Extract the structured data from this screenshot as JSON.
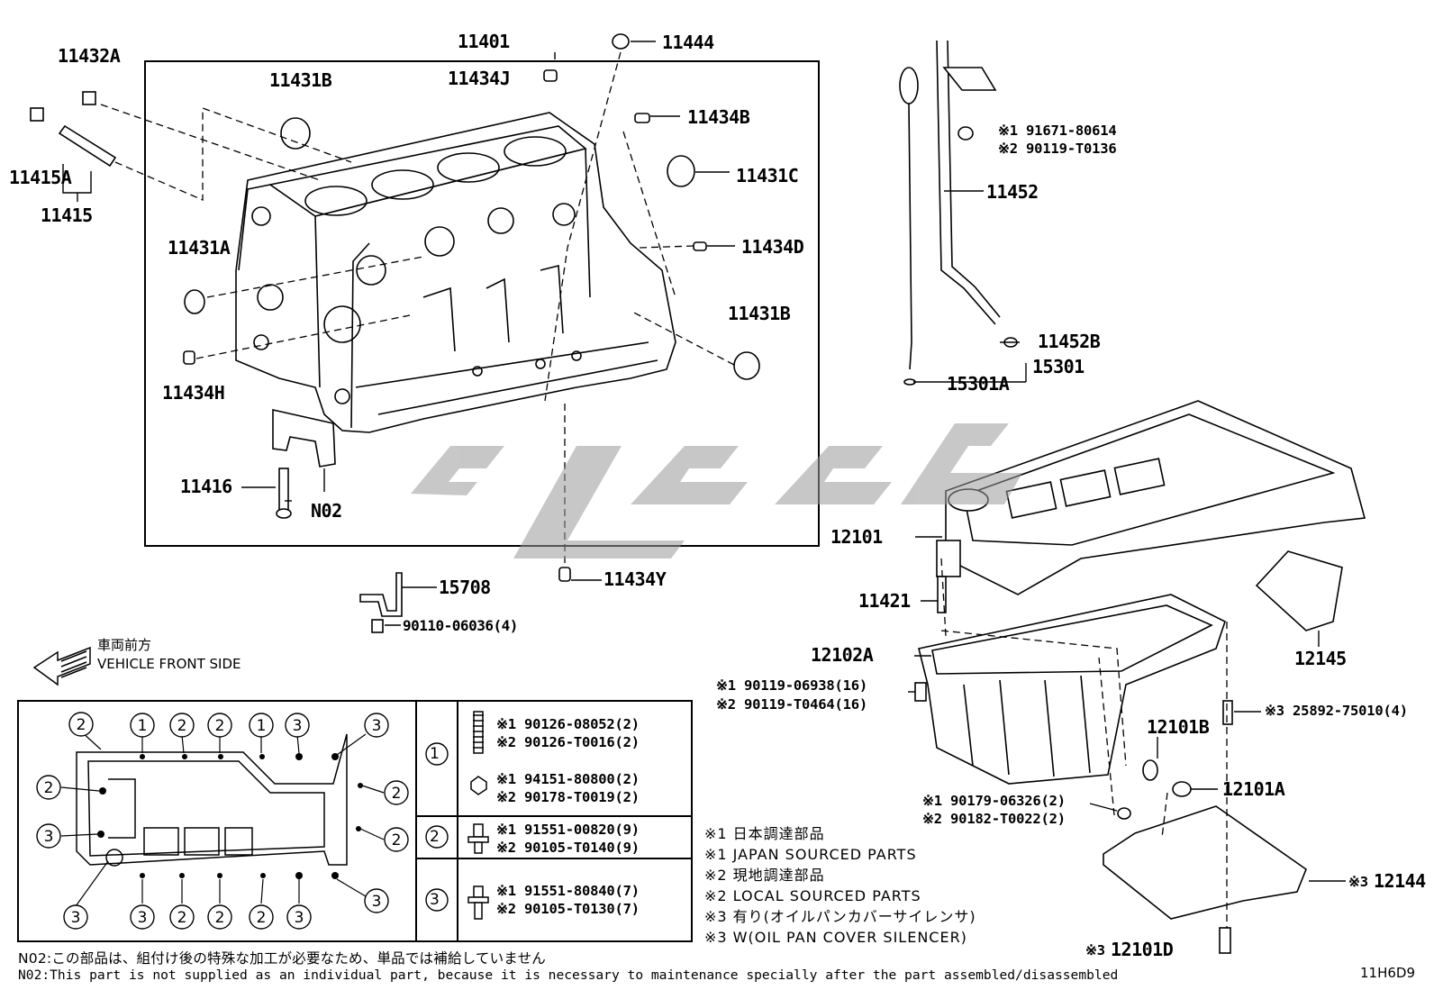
{
  "diagram_id": "11H6D9",
  "parts": {
    "p11401": "11401",
    "p11444": "11444",
    "p11434J": "11434J",
    "p11432A": "11432A",
    "p11431B_top": "11431B",
    "p11434B": "11434B",
    "p11415A": "11415A",
    "p11415": "11415",
    "p11431C": "11431C",
    "p11431A": "11431A",
    "p11434D": "11434D",
    "p11431B_right": "11431B",
    "p11434H": "11434H",
    "p11416": "11416",
    "pN02": "N02",
    "p11434Y": "11434Y",
    "p15708": "15708",
    "p90110": "90110-06036(4)",
    "p11452": "11452",
    "p11452B": "11452B",
    "p15301A": "15301A",
    "p15301": "15301",
    "p12101": "12101",
    "p11421": "11421",
    "p12102A": "12102A",
    "p12145": "12145",
    "p12101B": "12101B",
    "p12101A": "12101A",
    "p12144": "12144",
    "p12101D": "12101D"
  },
  "dipstick_bolt": {
    "l1": "※1 91671-80614",
    "l2": "※2 90119-T0136"
  },
  "pan_bolt": {
    "l1": "※1 90119-06938(16)",
    "l2": "※2 90119-T0464(16)"
  },
  "pan_nut": {
    "l1": "※1 90179-06326(2)",
    "l2": "※2 90182-T0022(2)"
  },
  "stud_bolt": "※3 25892-75010(4)",
  "cover_mark": "※3",
  "drain_mark": "※3",
  "vehicle_front": {
    "jp": "車両前方",
    "en": "VEHICLE FRONT SIDE"
  },
  "table": {
    "row1": {
      "mark": "1",
      "a1": "※1 90126-08052(2)",
      "a2": "※2 90126-T0016(2)",
      "b1": "※1 94151-80800(2)",
      "b2": "※2 90178-T0019(2)"
    },
    "row2": {
      "mark": "2",
      "a1": "※1 91551-00820(9)",
      "a2": "※2 90105-T0140(9)"
    },
    "row3": {
      "mark": "3",
      "a1": "※1 91551-80840(7)",
      "a2": "※2 90105-T0130(7)"
    }
  },
  "bolt_map": {
    "top": [
      "2",
      "1",
      "2",
      "2",
      "1",
      "3",
      "3"
    ],
    "left": [
      "2",
      "3"
    ],
    "right": [
      "2",
      "2"
    ],
    "bottom": [
      "3",
      "3",
      "2",
      "2",
      "2",
      "3",
      "3"
    ]
  },
  "legend": [
    "※1 日本調達部品",
    "※1 JAPAN SOURCED PARTS",
    "※2 現地調達部品",
    "※2 LOCAL SOURCED PARTS",
    "※3 有り(オイルパンカバーサイレンサ)",
    "※3 W(OIL PAN COVER SILENCER)"
  ],
  "notes": {
    "jp": "N02:この部品は、組付け後の特殊な加工が必要なため、単品では補給していません",
    "en": "N02:This part is not supplied as an individual part, because it is necessary to maintenance specially after the part assembled/disassembled"
  }
}
